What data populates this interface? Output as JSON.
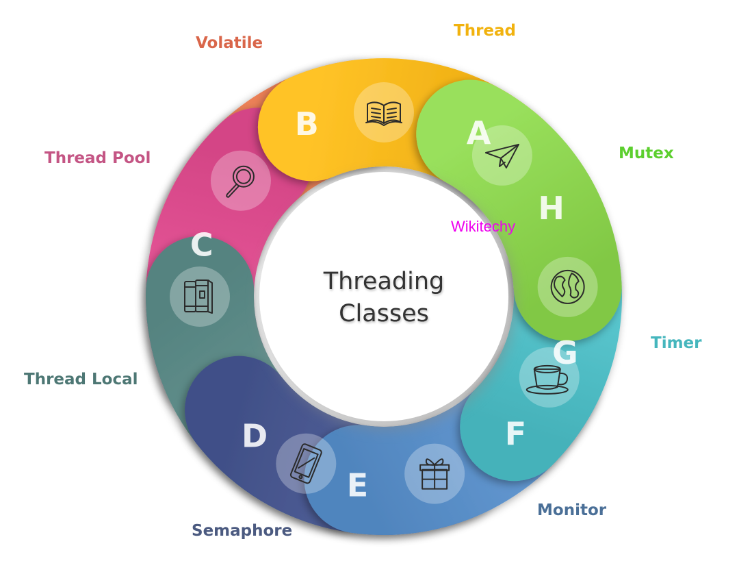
{
  "diagram": {
    "center_title_line1": "Threading",
    "center_title_line2": "Classes",
    "watermark": "Wikitechy",
    "segments": [
      {
        "letter": "A",
        "label": "Thread",
        "icon": "open-book-icon",
        "color": "#f6b519",
        "label_color": "#f1b20e"
      },
      {
        "letter": "H",
        "label": "Mutex",
        "icon": "paper-plane-icon",
        "color": "#8bd24e",
        "label_color": "#5ccf2e"
      },
      {
        "letter": "G",
        "label": "Timer",
        "icon": "globe-icon",
        "color": "#4fbcc4",
        "label_color": "#45b6bd"
      },
      {
        "letter": "F",
        "label": "Monitor",
        "icon": "coffee-cup-icon",
        "color": "#5a8fc8",
        "label_color": "#4a6f97"
      },
      {
        "letter": "E",
        "label": "Semaphore",
        "icon": "gift-box-icon",
        "color": "#4b5a92",
        "label_color": "#4b5a80"
      },
      {
        "letter": "D",
        "label": "Thread Local",
        "icon": "smartphone-icon",
        "color": "#5f8d8a",
        "label_color": "#4d7774"
      },
      {
        "letter": "C",
        "label": "Thread Pool",
        "icon": "books-icon",
        "color": "#de4f90",
        "label_color": "#c45584"
      },
      {
        "letter": "B",
        "label": "Volatile",
        "icon": "magnifier-icon",
        "color": "#ec8158",
        "label_color": "#d9664a"
      }
    ]
  }
}
